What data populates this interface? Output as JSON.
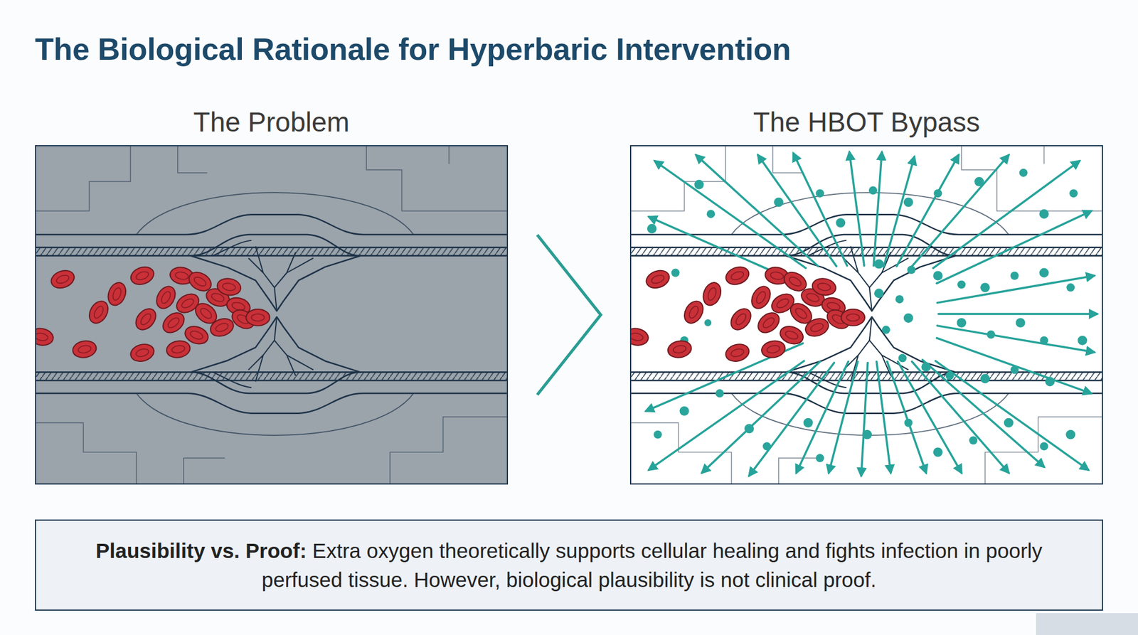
{
  "diagram": {
    "title": "The Biological Rationale for Hyperbaric Intervention",
    "nodes": [
      {
        "text": [
          "The Problem"
        ]
      },
      {
        "text": [
          "The HBOT Bypass"
        ]
      },
      {
        "text": [
          "Plausibility vs. Proof:",
          "Extra oxygen theoretically supports cellular healing and fights infection in poorly perfused tissue. However, biological plausibility is not clinical proof."
        ]
      }
    ],
    "edges": [
      {
        "from": 0,
        "to": 1,
        "arrow": "to"
      }
    ]
  }
}
